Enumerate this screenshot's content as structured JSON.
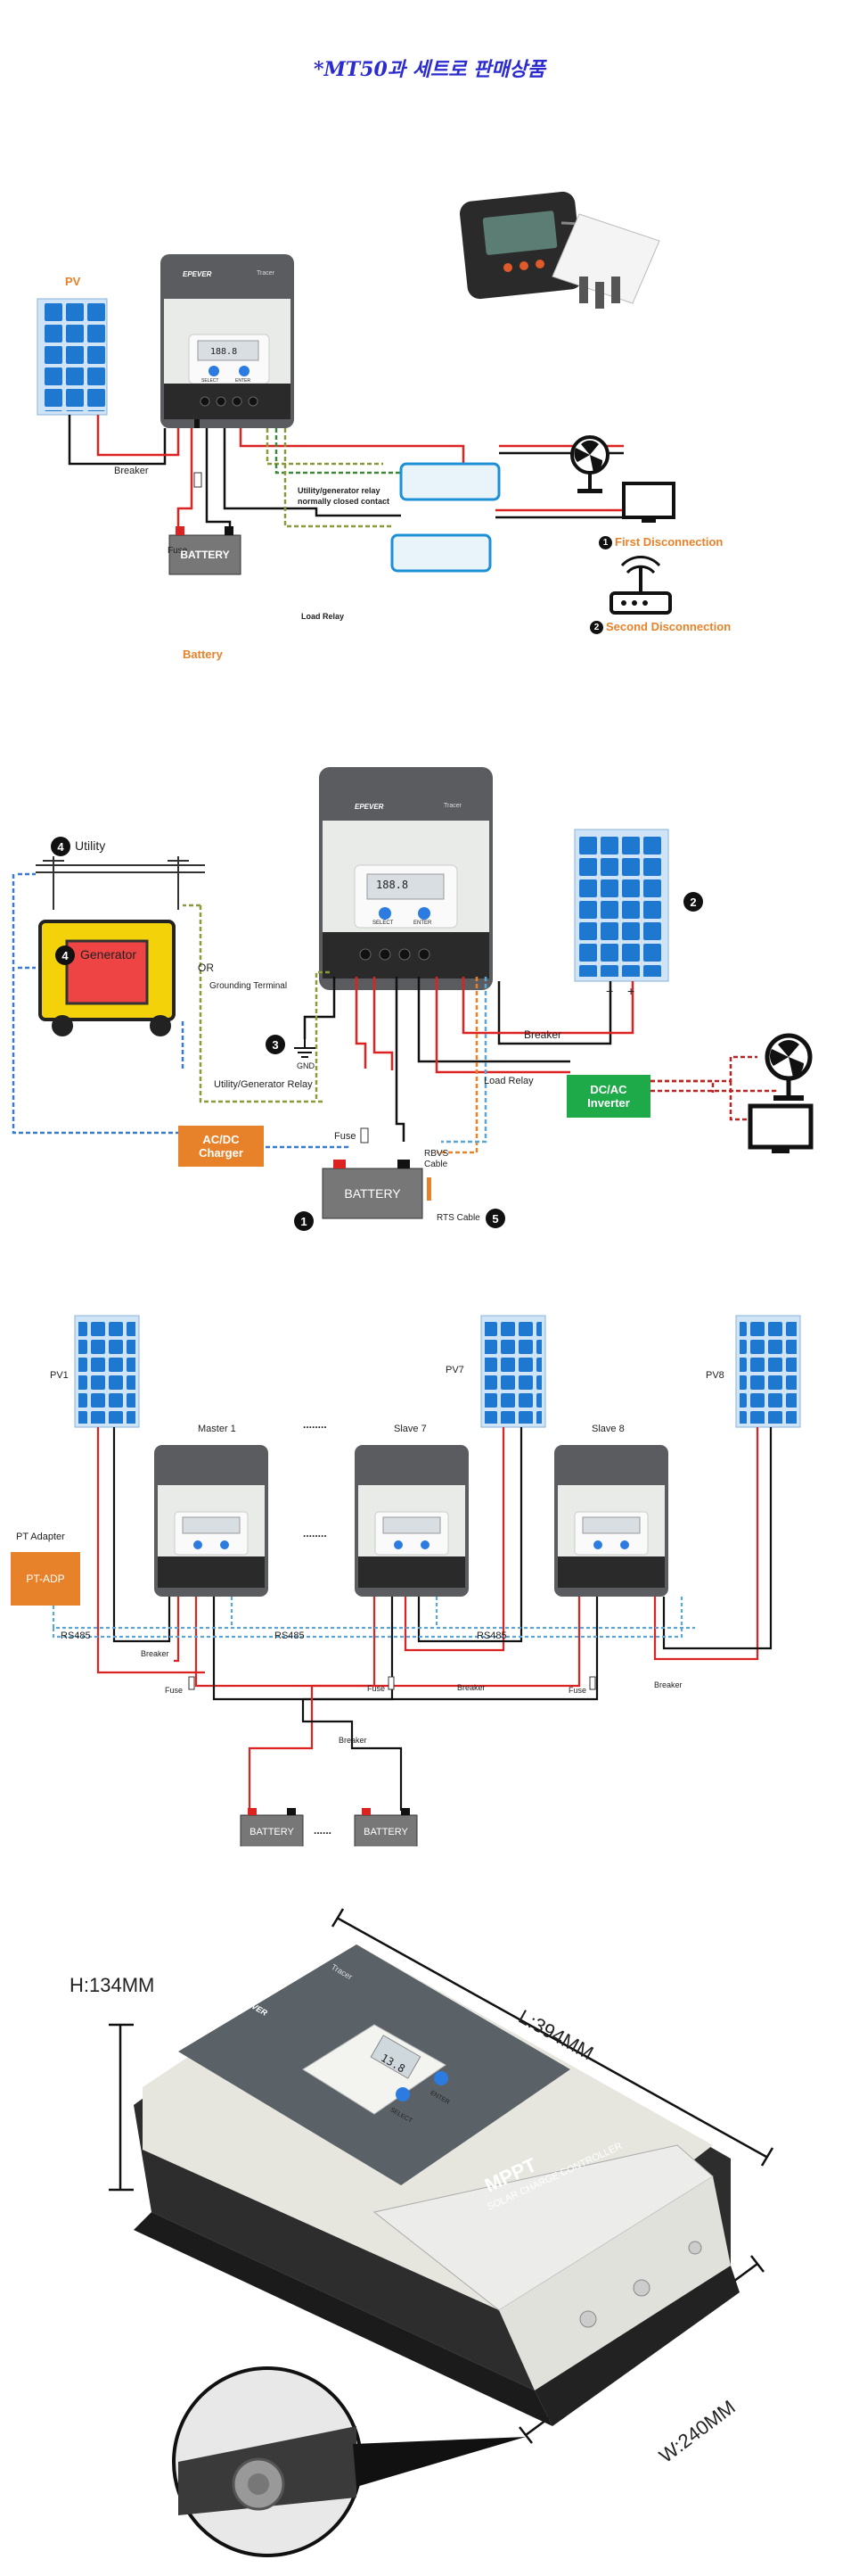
{
  "header": {
    "title": "*MT50과 세트로 판매상품"
  },
  "s1": {
    "pv": "PV",
    "breaker": "Breaker",
    "fuse": "Fuse",
    "battery_box": "BATTERY",
    "battery_caption": "Battery",
    "relay_note_1": "Utility/generator relay",
    "relay_note_2": "normally closed contact",
    "load_relay": "Load Relay",
    "first_num": "1",
    "first": "First Disconnection",
    "second_num": "2",
    "second": "Second Disconnection",
    "brand": "EPEVER",
    "model": "Tracer",
    "lcd": "188.8",
    "btn_select": "SELECT",
    "btn_enter": "ENTER"
  },
  "s2": {
    "utility_num": "4",
    "utility": "Utility",
    "generator_num": "4",
    "generator": "Generator",
    "or": "OR",
    "grounding": "Grounding Terminal",
    "gnd_num": "3",
    "gnd": "GND",
    "pv_num": "2",
    "minus": "−",
    "plus": "+",
    "breaker": "Breaker",
    "load_relay": "Load Relay",
    "utility_relay": "Utility/Generator Relay",
    "inverter_1": "DC/AC",
    "inverter_2": "Inverter",
    "charger_1": "AC/DC",
    "charger_2": "Charger",
    "fuse": "Fuse",
    "rbvs_1": "RBVS",
    "rbvs_2": "Cable",
    "battery_num": "1",
    "battery": "BATTERY",
    "rts": "RTS Cable",
    "rts_num": "5",
    "brand": "EPEVER",
    "model": "Tracer",
    "lcd": "188.8",
    "btn_select": "SELECT",
    "btn_enter": "ENTER"
  },
  "s3": {
    "pv1": "PV1",
    "pv7": "PV7",
    "pv8": "PV8",
    "master": "Master 1",
    "slave7": "Slave 7",
    "slave8": "Slave 8",
    "dots": "........",
    "pt_adapter": "PT Adapter",
    "pt_adp": "PT-ADP",
    "rs485": "RS485",
    "breaker": "Breaker",
    "fuse": "Fuse",
    "battery": "BATTERY",
    "battery_dots": "......"
  },
  "s4": {
    "height": "H:134MM",
    "length": "L:394MM",
    "width": "W:240MM",
    "mppt": "MPPT",
    "mppt_sub": "SOLAR CHARGE CONTROLLER",
    "brand": "EPEVER",
    "model": "Tracer",
    "btn_select": "SELECT",
    "btn_enter": "ENTER",
    "lcd": "13.8"
  },
  "colors": {
    "orange": "#e8822a",
    "green": "#1faa4a",
    "panel_blue": "#1e78d0",
    "controller_gray": "#5b5c60"
  }
}
